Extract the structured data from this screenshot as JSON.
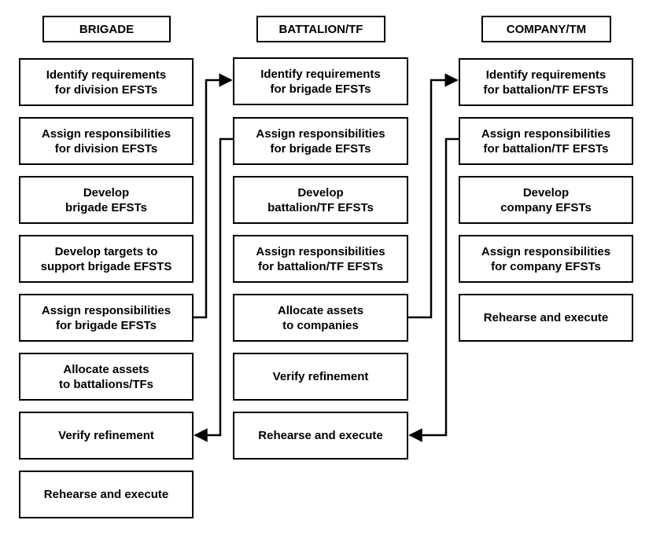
{
  "columns": [
    {
      "header": "BRIGADE",
      "steps": [
        "Identify requirements\nfor division EFSTs",
        "Assign responsibilities\nfor division EFSTs",
        "Develop\nbrigade EFSTs",
        "Develop targets to\nsupport brigade EFSTS",
        "Assign responsibilities\nfor brigade EFSTs",
        "Allocate assets\nto battalions/TFs",
        "Verify refinement",
        "Rehearse and execute"
      ]
    },
    {
      "header": "BATTALION/TF",
      "steps": [
        "Identify requirements\nfor brigade EFSTs",
        "Assign responsibilities\nfor brigade EFSTs",
        "Develop\nbattalion/TF EFSTs",
        "Assign responsibilities\nfor battalion/TF EFSTs",
        "Allocate assets\nto companies",
        "Verify refinement",
        "Rehearse and execute"
      ]
    },
    {
      "header": "COMPANY/TM",
      "steps": [
        "Identify requirements\nfor battalion/TF EFSTs",
        "Assign responsibilities\nfor battalion/TF EFSTs",
        "Develop\ncompany EFSTs",
        "Assign responsibilities\nfor company EFSTs",
        "Rehearse and execute"
      ]
    }
  ]
}
